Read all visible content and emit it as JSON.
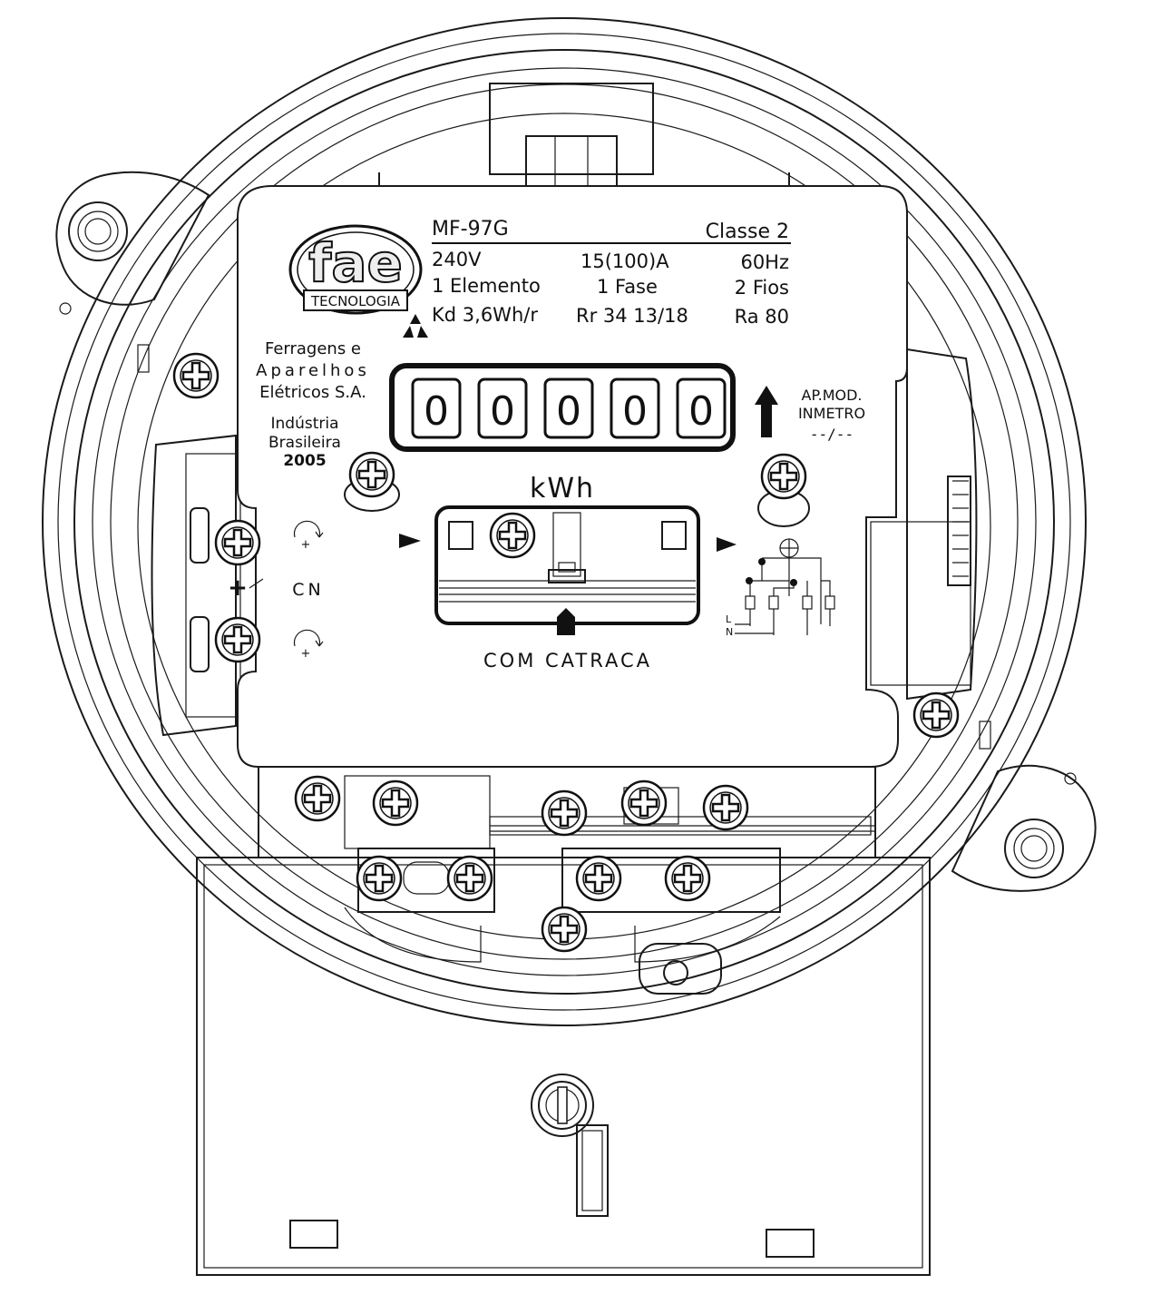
{
  "meter": {
    "model": "MF-97G",
    "accuracy_class": "Classe 2",
    "voltage": "240V",
    "current": "15(100)A",
    "frequency": "60Hz",
    "elements": "1 Elemento",
    "phases": "1 Fase",
    "wires": "2 Fios",
    "kd": "Kd 3,6Wh/r",
    "rr": "Rr 34 13/18",
    "ra": "Ra 80",
    "unit": "kWh",
    "ratchet": "COM CATRACA",
    "register_digits": [
      "0",
      "0",
      "0",
      "0",
      "0"
    ]
  },
  "brand": {
    "logo_text": "fae",
    "logo_subtitle": "TECNOLOGIA",
    "maker_line1": "Ferragens e",
    "maker_line2": "Aparelhos",
    "maker_line3": "Elétricos S.A.",
    "origin_line1": "Indústria",
    "origin_line2": "Brasileira",
    "year": "2005"
  },
  "approval": {
    "line1": "AP.MOD.",
    "line2": "INMETRO",
    "line3": "--/--"
  },
  "adjustment": {
    "label": "CN",
    "plus": "+"
  },
  "wiring": {
    "label_l": "L",
    "label_n": "N"
  }
}
